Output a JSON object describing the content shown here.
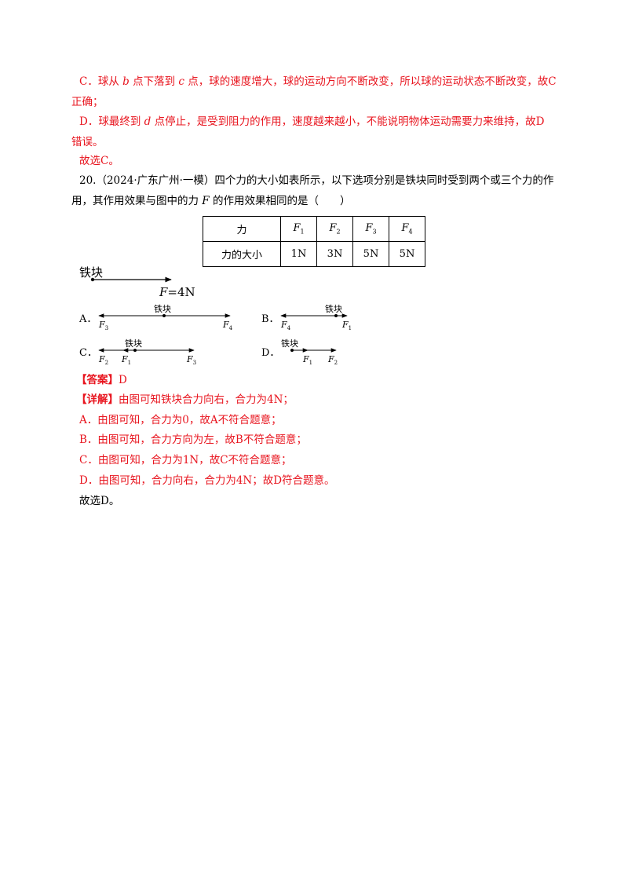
{
  "solution_prev": {
    "c_line1_a": "C．球从",
    "c_var_b": "b",
    "c_line1_b": "点下落到",
    "c_var_c": "c",
    "c_line1_c": "点，球的速度增大，球的运动方向不断改变，所以球的运动状态不断改变，故C",
    "c_line2": "正确；",
    "d_line1_a": "D．球最终到",
    "d_var_d": "d",
    "d_line1_b": "点停止，是受到阻力的作用，速度越来越小，不能说明物体运动需要力来维持，故D",
    "d_line2": "错误。",
    "choose": "故选C。"
  },
  "question": {
    "line1": "20.（2024·广东广州·一模）四个力的大小如表所示，以下选项分别是铁块同时受到两个或三个力的作",
    "line2_a": "用，其作用效果与图中的力",
    "line2_var": "F",
    "line2_b": "的作用效果相同的是（　　）"
  },
  "table": {
    "header_label": "力",
    "row_label": "力的大小",
    "forces": [
      {
        "name": "F",
        "sub": "1",
        "value": "1N"
      },
      {
        "name": "F",
        "sub": "2",
        "value": "3N"
      },
      {
        "name": "F",
        "sub": "3",
        "value": "5N"
      },
      {
        "name": "F",
        "sub": "4",
        "value": "5N"
      }
    ]
  },
  "figure": {
    "main_label": "铁块",
    "main_force": "F",
    "main_force_value": "=4N",
    "options": {
      "A": {
        "letter": "A．",
        "block": "铁块",
        "left": "F",
        "left_sub": "3",
        "right": "F",
        "right_sub": "4"
      },
      "B": {
        "letter": "B．",
        "block": "铁块",
        "left": "F",
        "left_sub": "4",
        "right": "F",
        "right_sub": "1"
      },
      "C": {
        "letter": "C．",
        "block": "铁块",
        "left": "F",
        "left_sub": "2",
        "mid": "F",
        "mid_sub": "1",
        "right": "F",
        "right_sub": "3"
      },
      "D": {
        "letter": "D．",
        "block": "铁块",
        "f1": "F",
        "f1_sub": "1",
        "f2": "F",
        "f2_sub": "2"
      }
    }
  },
  "answer": {
    "tag": "【答案】",
    "value": "D"
  },
  "explanation": {
    "tag": "【详解】",
    "intro": "由图可知铁块合力向右，合力为4N；",
    "a": "A．由图可知，合力为0，故A不符合题意；",
    "b": "B．由图可知，合力方向为左，故B不符合题意；",
    "c": "C．由图可知，合力为1N，故C不符合题意；",
    "d": "D．由图可知，合力向右，合力为4N；故D符合题意。",
    "choose": "故选D。"
  },
  "colors": {
    "answer_red": "#e8141e",
    "text": "#000000"
  }
}
